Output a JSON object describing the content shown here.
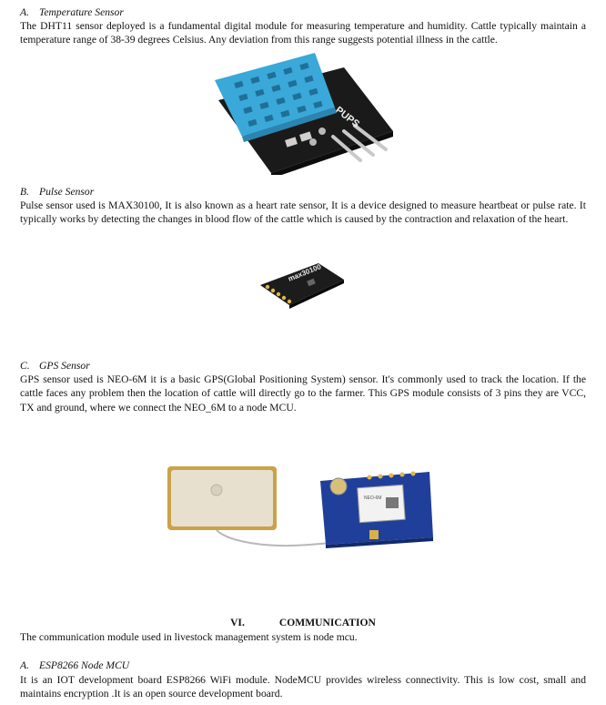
{
  "sections": {
    "temperature": {
      "label": "A.",
      "title": "Temperature Sensor",
      "body": "The DHT11 sensor deployed is a fundamental digital module for measuring temperature and humidity. Cattle typically maintain a temperature range of 38-39 degrees Celsius. Any deviation from this range suggests potential illness in the cattle."
    },
    "pulse": {
      "label": "B.",
      "title": "Pulse Sensor",
      "body": "Pulse sensor used is  MAX30100, It is  also known as a heart rate sensor, It is a device designed to measure heartbeat or pulse rate. It typically works by detecting the changes in blood flow of the cattle which is caused by the contraction and relaxation of the heart."
    },
    "gps": {
      "label": "C.",
      "title": "GPS Sensor",
      "body": "GPS sensor used is  NEO-6M it  is a basic GPS(Global Positioning System) sensor. It's commonly used to track the location. If the cattle faces any problem then the location of cattle will directly go to the farmer. This GPS module consists of 3 pins they are VCC, TX and ground, where we connect the NEO_6M to a node MCU."
    },
    "communication": {
      "number": "VI.",
      "title": "COMMUNICATION",
      "body": "The communication module used in livestock management system is node mcu."
    },
    "esp": {
      "label": "A.",
      "title": "ESP8266 Node MCU",
      "body": "It is an IOT development board ESP8266 WiFi module. NodeMCU provides wireless connectivity. This is low cost, small and maintains encryption .It is an open source development board."
    }
  },
  "figures": {
    "dht11": {
      "pin_label": "PUPS",
      "sensor_color": "#3aa8d8",
      "board_color": "#1a1a1a"
    },
    "max30100": {
      "board_text": "max30100",
      "board_color": "#1c1c1c"
    },
    "neo6m": {
      "board_color": "#1f3f9a",
      "antenna_color": "#e8e0cf",
      "chip_text": "NEO-6M"
    }
  }
}
